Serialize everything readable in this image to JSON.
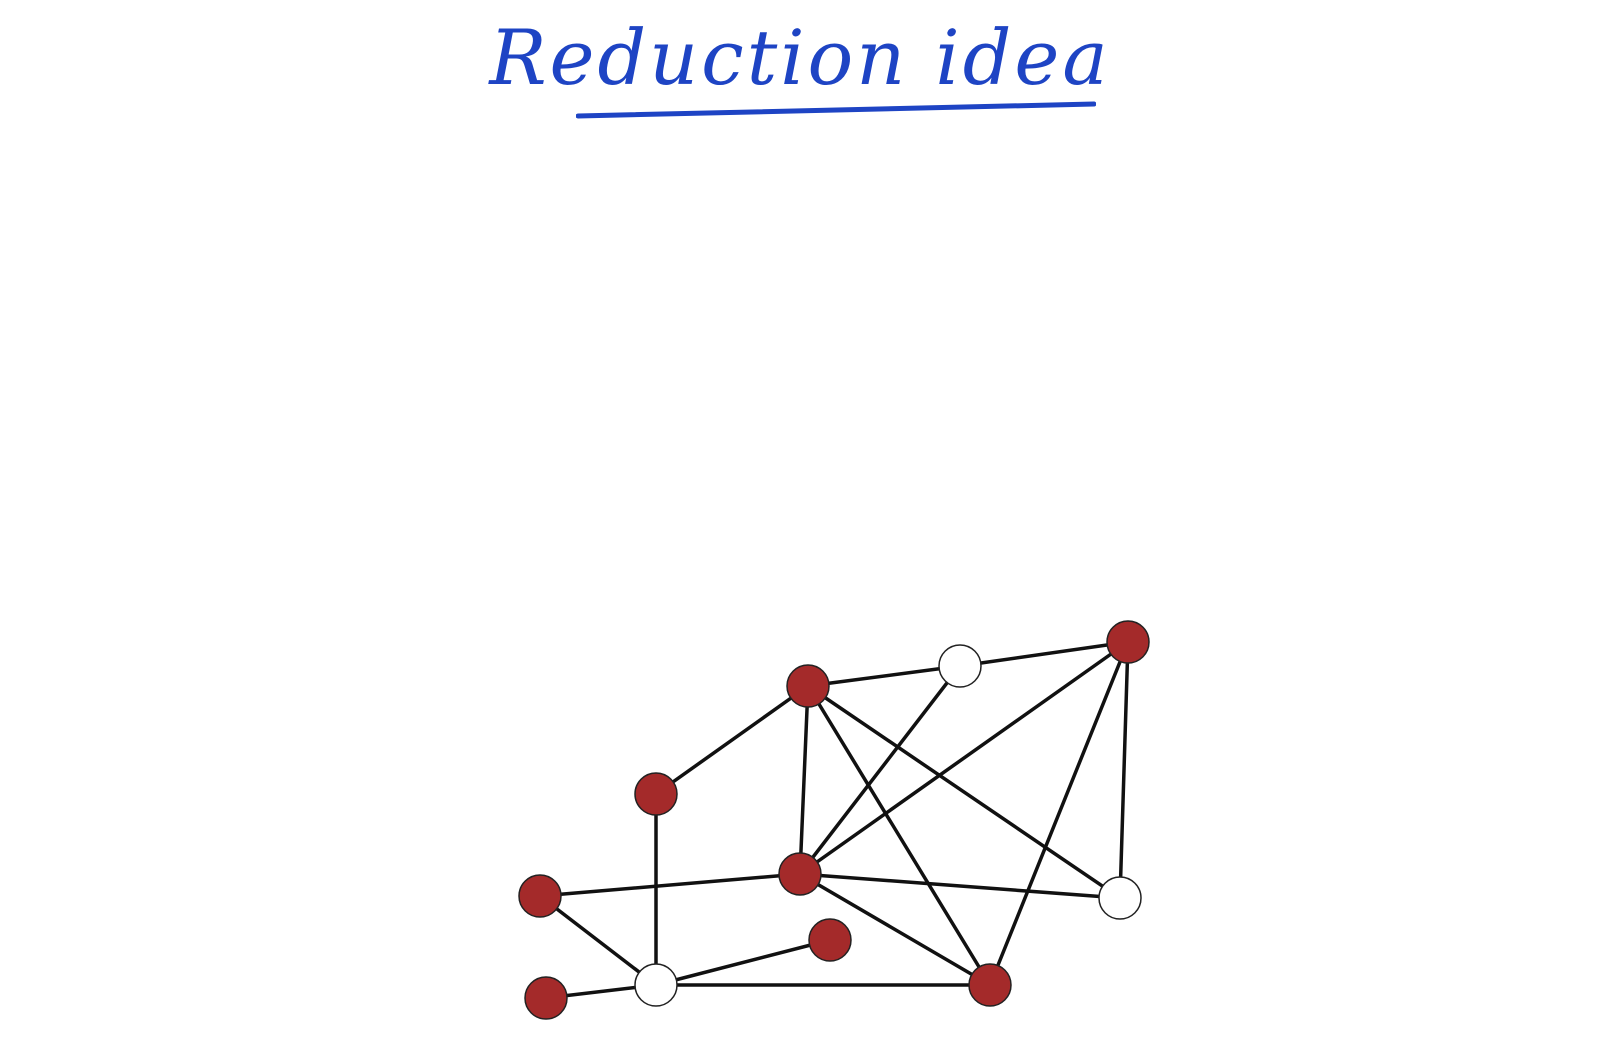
{
  "title": "Reduction idea",
  "colors": {
    "title_ink": "#1e44c4",
    "edge": "#111111",
    "node_filled": "#a42a2a",
    "node_empty": "#ffffff",
    "node_outline": "#222222"
  },
  "graph": {
    "nodes": [
      {
        "id": "v1",
        "state": "filled"
      },
      {
        "id": "v2",
        "state": "empty"
      },
      {
        "id": "v3",
        "state": "filled"
      },
      {
        "id": "v4",
        "state": "filled"
      },
      {
        "id": "v5",
        "state": "filled"
      },
      {
        "id": "v6",
        "state": "empty"
      },
      {
        "id": "v7",
        "state": "filled"
      },
      {
        "id": "v8",
        "state": "filled"
      },
      {
        "id": "v9",
        "state": "empty"
      },
      {
        "id": "v10",
        "state": "filled"
      },
      {
        "id": "v11",
        "state": "filled"
      }
    ],
    "edges": [
      [
        "v1",
        "v2"
      ],
      [
        "v2",
        "v3"
      ],
      [
        "v1",
        "v4"
      ],
      [
        "v1",
        "v5"
      ],
      [
        "v1",
        "v6"
      ],
      [
        "v1",
        "v7"
      ],
      [
        "v2",
        "v5"
      ],
      [
        "v3",
        "v5"
      ],
      [
        "v3",
        "v6"
      ],
      [
        "v3",
        "v7"
      ],
      [
        "v4",
        "v9"
      ],
      [
        "v5",
        "v6"
      ],
      [
        "v5",
        "v7"
      ],
      [
        "v5",
        "v8"
      ],
      [
        "v8",
        "v9"
      ],
      [
        "v9",
        "v7"
      ],
      [
        "v9",
        "v10"
      ],
      [
        "v9",
        "v11"
      ]
    ]
  }
}
